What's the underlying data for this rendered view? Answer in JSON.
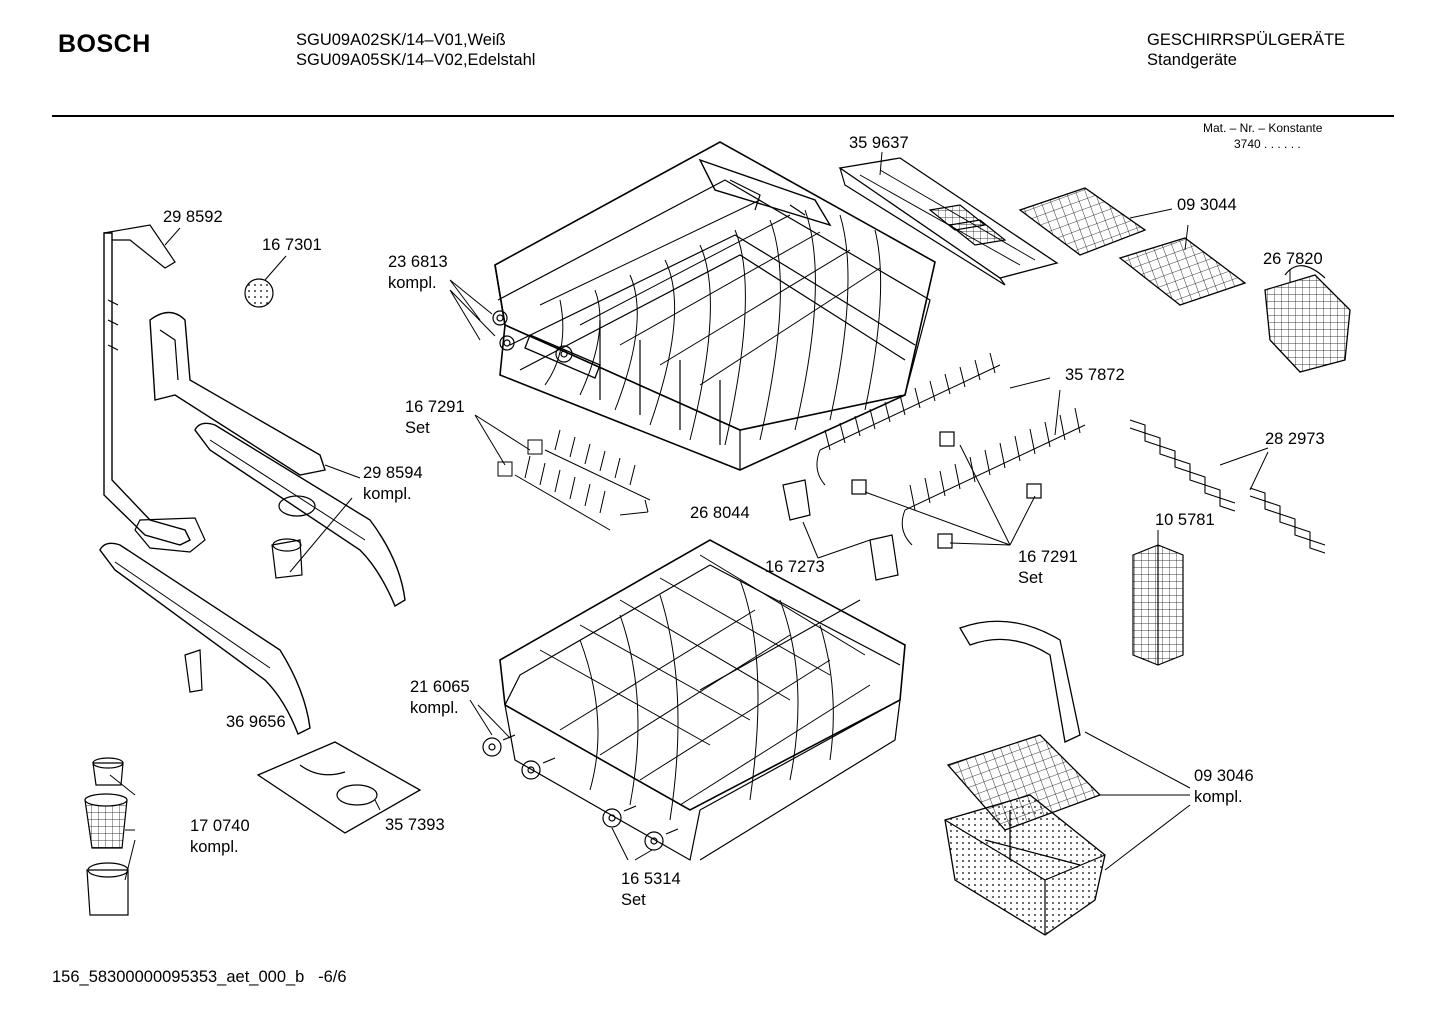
{
  "header": {
    "brand": "BOSCH",
    "model_line_1": "SGU09A02SK/14–V01,Weiß",
    "model_line_2": "SGU09A05SK/14–V02,Edelstahl",
    "category_line_1": "GESCHIRRSPÜLGERÄTE",
    "category_line_2": "Standgeräte",
    "mat_header": "Mat. – Nr. – Konstante",
    "mat_value": "3740  .  .     .  .  .  ."
  },
  "parts": [
    {
      "id": "29 8592",
      "note": ""
    },
    {
      "id": "16 7301",
      "note": ""
    },
    {
      "id": "23 6813",
      "note": "kompl."
    },
    {
      "id": "35 9637",
      "note": ""
    },
    {
      "id": "09 3044",
      "note": ""
    },
    {
      "id": "26 7820",
      "note": ""
    },
    {
      "id": "35 7872",
      "note": ""
    },
    {
      "id": "16 7291",
      "note": "Set"
    },
    {
      "id": "29 8594",
      "note": "kompl."
    },
    {
      "id": "26 8044",
      "note": ""
    },
    {
      "id": "28 2973",
      "note": ""
    },
    {
      "id": "10 5781",
      "note": ""
    },
    {
      "id": "16 7273",
      "note": ""
    },
    {
      "id": "16 7291",
      "note": "Set"
    },
    {
      "id": "21 6065",
      "note": "kompl."
    },
    {
      "id": "36 9656",
      "note": ""
    },
    {
      "id": "09 3046",
      "note": "kompl."
    },
    {
      "id": "17 0740",
      "note": "kompl."
    },
    {
      "id": "35 7393",
      "note": ""
    },
    {
      "id": "16 5314",
      "note": "Set"
    }
  ],
  "footer": {
    "doc_id": "156_58300000095353_aet_000_b",
    "page": "-6/6"
  }
}
